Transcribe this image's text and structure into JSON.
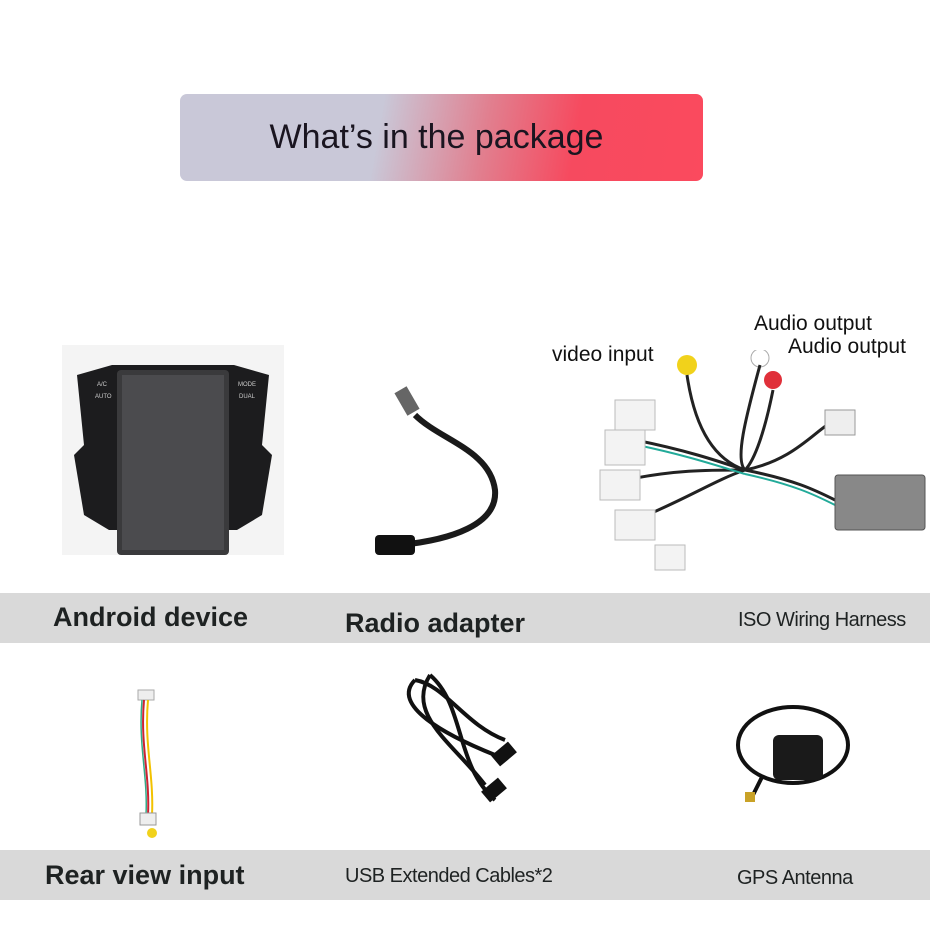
{
  "header": {
    "title": "What’s in the package",
    "gradient_colors": [
      "#c9c8d8",
      "#fb4a5e"
    ]
  },
  "items": [
    {
      "label": "Android device",
      "image": "android-head-unit"
    },
    {
      "label": "Radio adapter",
      "image": "radio-antenna-adapter"
    },
    {
      "label": "ISO Wiring Harness",
      "image": "iso-wiring-harness"
    },
    {
      "label": "Rear view input",
      "image": "rear-camera-cable"
    },
    {
      "label": "USB Extended Cables*2",
      "image": "usb-cables"
    },
    {
      "label": "GPS Antenna",
      "image": "gps-antenna"
    }
  ],
  "harness_callouts": {
    "video": "video input",
    "audio1": "Audio output",
    "audio2": "Audio output"
  },
  "device_buttons": {
    "left": [
      "A/C",
      "AUTO"
    ],
    "right": [
      "MODE",
      "DUAL"
    ]
  },
  "band_color": "#d9d9d9"
}
